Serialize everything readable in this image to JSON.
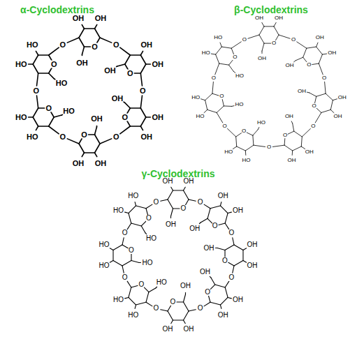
{
  "diagram": {
    "labels": [
      "α-Cyclodextrins",
      "O",
      "O",
      "OH",
      "OH",
      "OH",
      "O",
      "O",
      "OH",
      "OH",
      "OH",
      "O",
      "O",
      "OH",
      "OH",
      "OH",
      "O",
      "O",
      "OH",
      "OH",
      "OH",
      "O",
      "O",
      "HO",
      "HO",
      "HO",
      "O",
      "O",
      "HO",
      "HO",
      "HO",
      "β-Cyclodextrins",
      "O",
      "O",
      "OH",
      "OH",
      "OH",
      "O",
      "O",
      "OH",
      "OH",
      "OH",
      "O",
      "O",
      "OH",
      "OH",
      "OH",
      "O",
      "O",
      "OH",
      "OH",
      "OH",
      "O",
      "O",
      "HO",
      "HO",
      "HO",
      "O",
      "O",
      "HO",
      "HO",
      "HO",
      "O",
      "O",
      "HO",
      "HO",
      "HO",
      "γ-Cyclodextrins",
      "O",
      "O",
      "OH",
      "OH",
      "OH",
      "O",
      "O",
      "OH",
      "OH",
      "OH",
      "O",
      "O",
      "OH",
      "OH",
      "OH",
      "O",
      "O",
      "OH",
      "OH",
      "OH",
      "O",
      "O",
      "OH",
      "OH",
      "OH",
      "O",
      "O",
      "HO",
      "HO",
      "HO",
      "O",
      "O",
      "HO",
      "HO",
      "HO",
      "O",
      "O",
      "HO",
      "HO",
      "HO"
    ]
  }
}
